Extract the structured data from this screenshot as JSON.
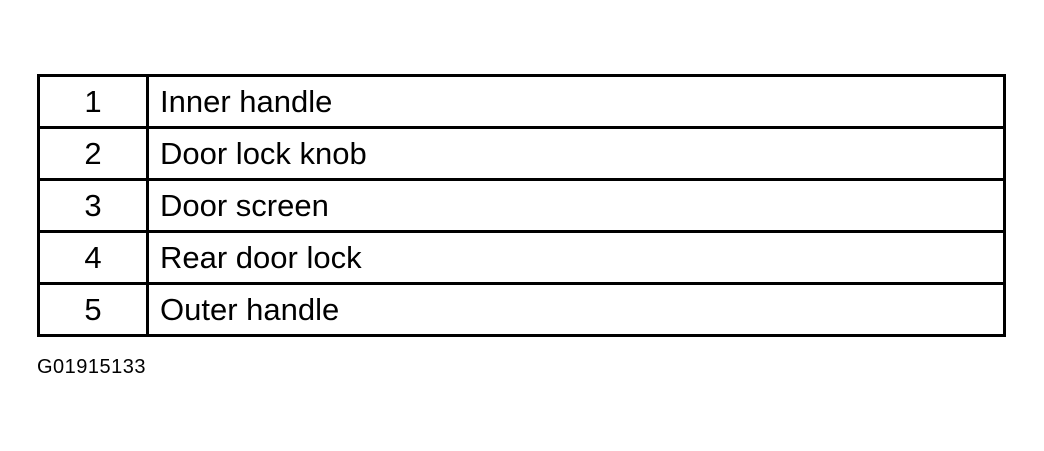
{
  "legend": {
    "rows": [
      {
        "number": "1",
        "label": "Inner handle"
      },
      {
        "number": "2",
        "label": "Door lock knob"
      },
      {
        "number": "3",
        "label": "Door screen"
      },
      {
        "number": "4",
        "label": "Rear door lock"
      },
      {
        "number": "5",
        "label": "Outer handle"
      }
    ]
  },
  "figure_id": "G01915133"
}
